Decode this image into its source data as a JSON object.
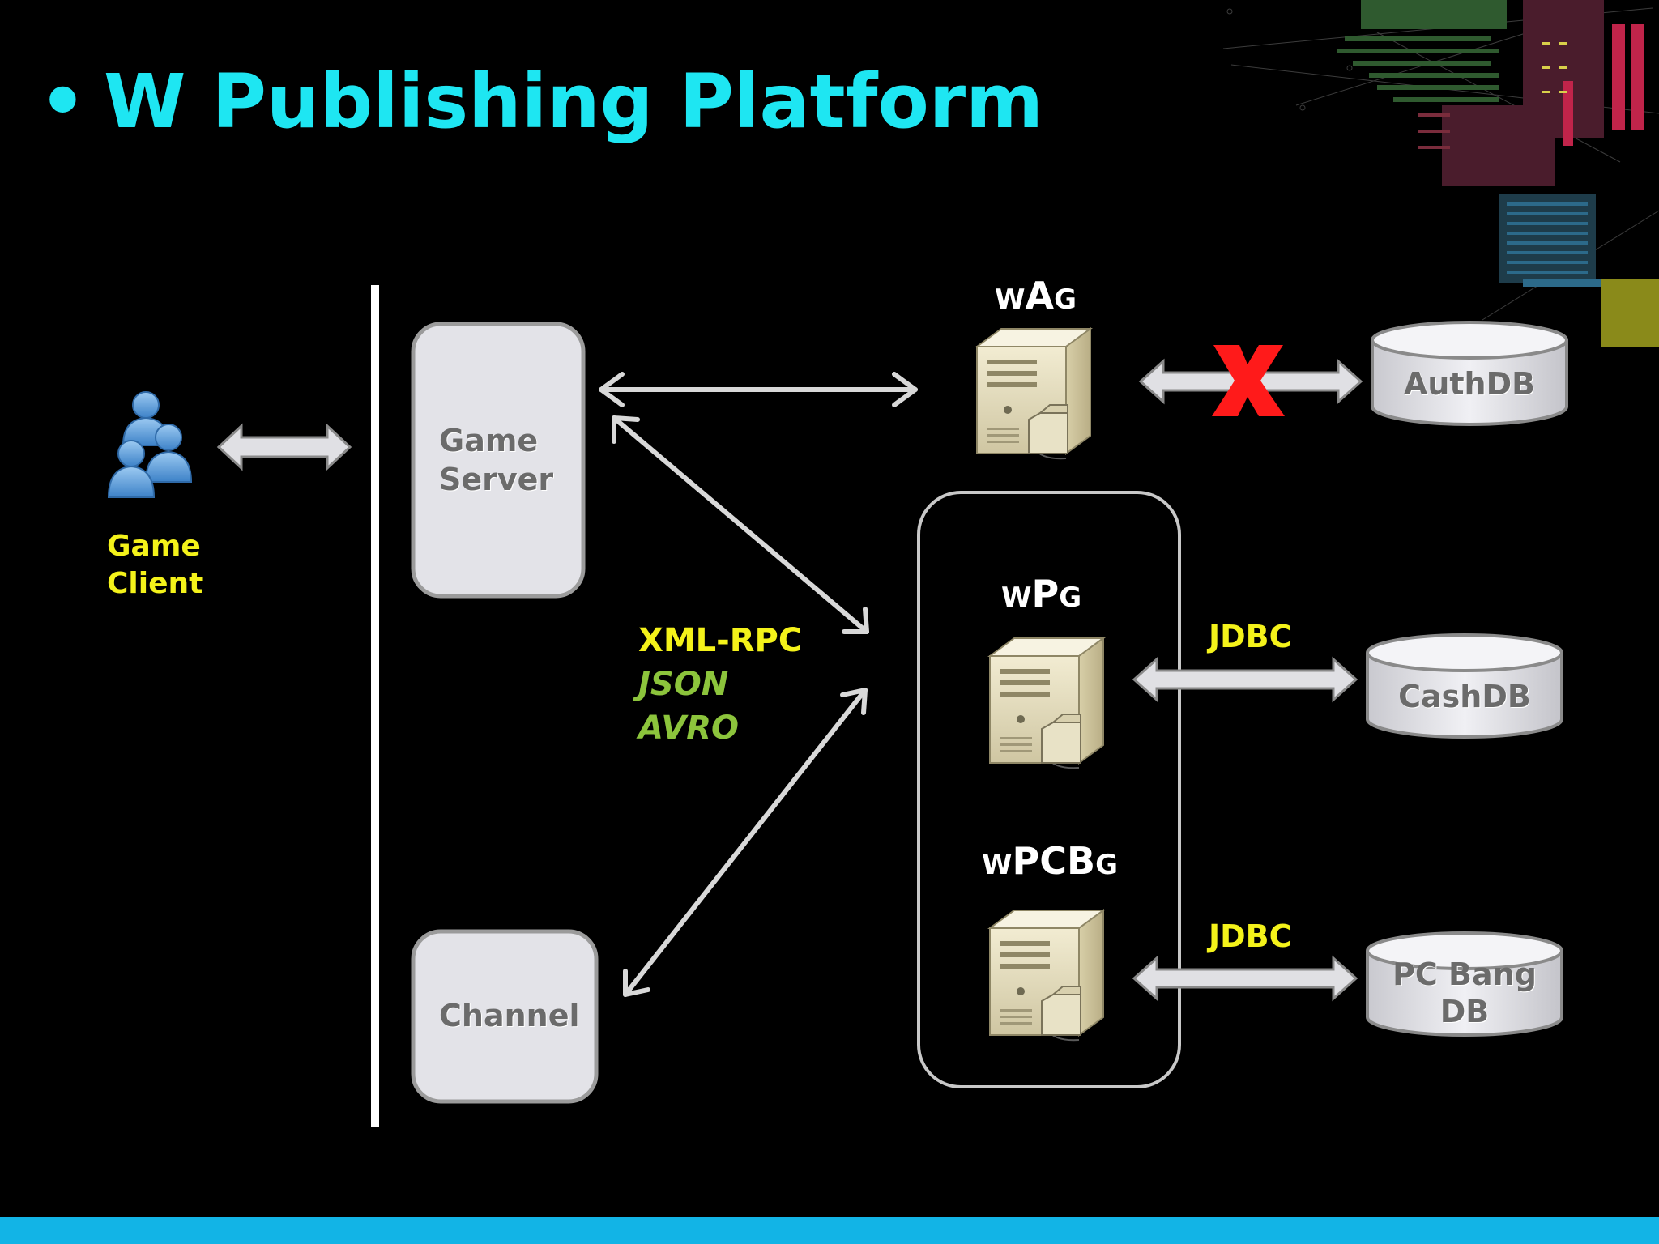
{
  "title": "W Publishing Platform",
  "client": {
    "line1": "Game",
    "line2": "Client"
  },
  "game_server": {
    "line1": "Game",
    "line2": "Server"
  },
  "channel": {
    "label": "Channel"
  },
  "protocols": {
    "p1": "XML-RPC",
    "p2": "JSON",
    "p3": "AVRO"
  },
  "wag": {
    "w": "W",
    "a": "A",
    "g": "G"
  },
  "wpg": {
    "w": "W",
    "p": "P",
    "g": "G"
  },
  "wpcbg": {
    "w": "W",
    "pcb": "PCB",
    "g": "G"
  },
  "jdbc_cash": "JDBC",
  "jdbc_pcbang": "JDBC",
  "authdb": "AuthDB",
  "cashdb": "CashDB",
  "pcbangdb": {
    "line1": "PC Bang",
    "line2": "DB"
  },
  "colors": {
    "title": "#1ee6f2",
    "label_yellow": "#f4f21a",
    "label_green": "#8cc43c",
    "box_fill": "#e3e3e8",
    "box_stroke": "#9b9b9b",
    "bottom_bar": "#12b4e6",
    "error_x": "#ff1a1a"
  },
  "icons": [
    "users-icon",
    "server-icon",
    "database-icon",
    "cross-icon"
  ]
}
